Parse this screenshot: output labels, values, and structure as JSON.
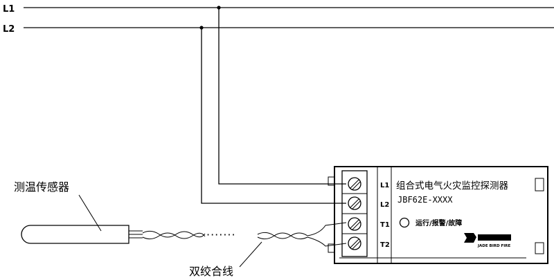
{
  "bus": {
    "l1_label": "L1",
    "l2_label": "L2"
  },
  "sensor": {
    "label": "测温传感器"
  },
  "cable": {
    "label": "双绞合线",
    "gap_dots": "·······"
  },
  "detector": {
    "name": "组合式电气火灾监控探测器",
    "model": "JBF62E-XXXX",
    "indicator_label": "运行/报警/故障",
    "terminals": [
      "L1",
      "L2",
      "T1",
      "T2"
    ],
    "brand": "JADE BIRD FIRE"
  }
}
